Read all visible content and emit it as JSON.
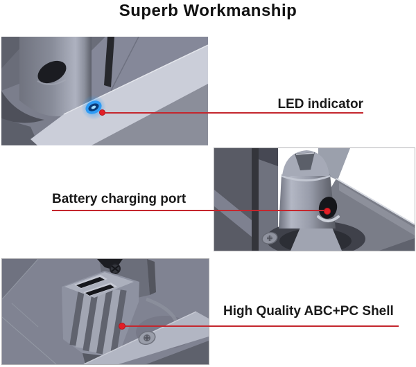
{
  "title": "Superb Workmanship",
  "callouts": {
    "led": {
      "label": "LED indicator"
    },
    "charging_port": {
      "label": "Battery charging port"
    },
    "shell": {
      "label": "High Quality ABC+PC Shell"
    }
  },
  "colors": {
    "accent_red": "#c4262d",
    "dot_red": "#e31e26",
    "led_blue": "#2e9bf5",
    "title_color": "#111111"
  }
}
